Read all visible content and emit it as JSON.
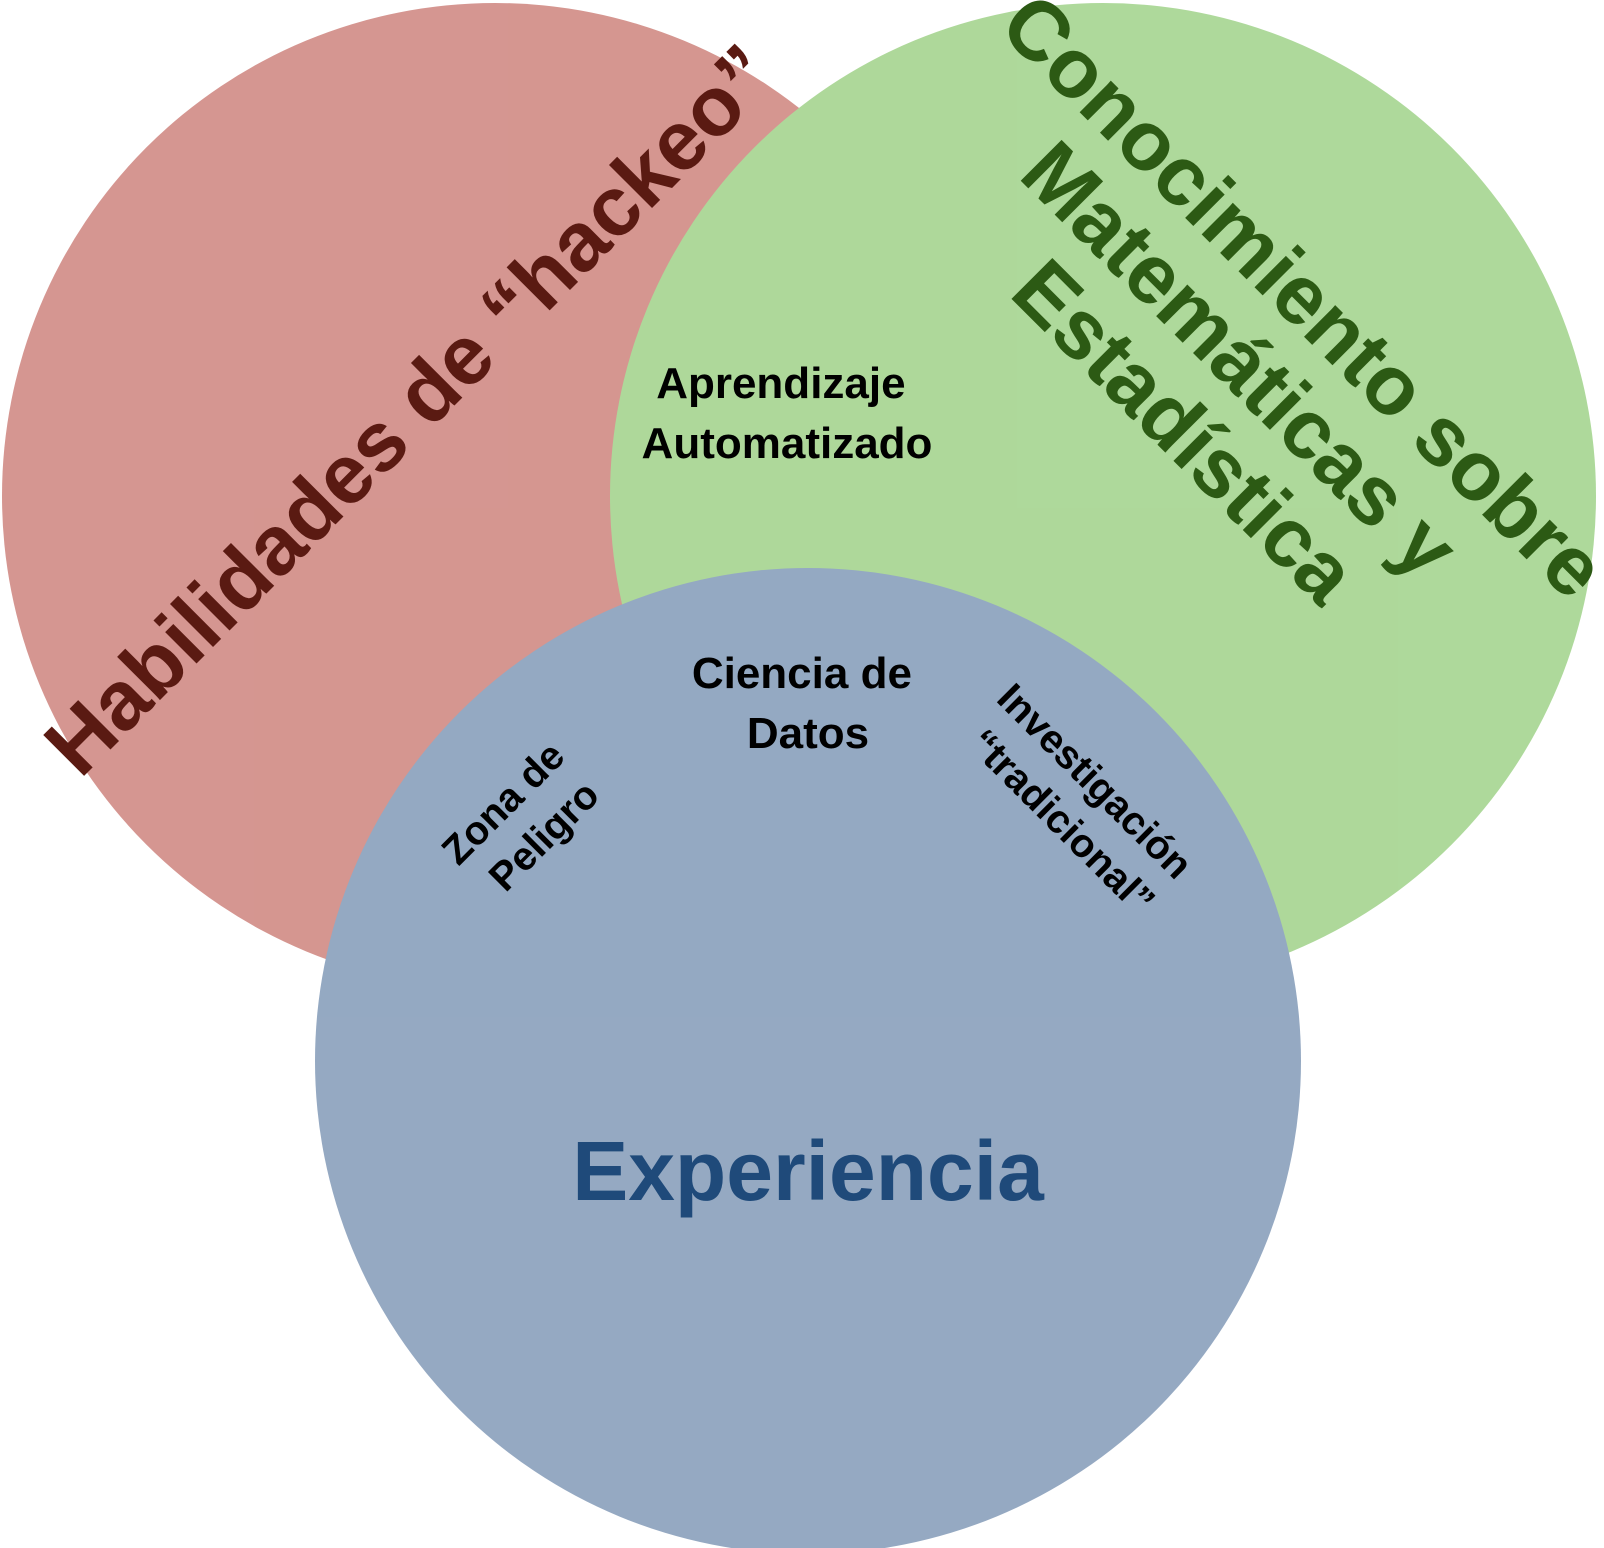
{
  "diagram": {
    "type": "venn",
    "sets": [
      {
        "id": "hacking",
        "label": "Habilidades de “hackeo”",
        "fill": "#c56e66",
        "text_color": "#5a1a12"
      },
      {
        "id": "math",
        "label_lines": [
          "Conocimiento sobre",
          "Matemáticas y",
          "Estadística"
        ],
        "fill": "#8fca74",
        "text_color": "#2c5a14"
      },
      {
        "id": "expertise",
        "label": "Experiencia",
        "fill": "#6c88ab",
        "text_color": "#1f4a7a"
      }
    ],
    "intersections": {
      "machine_learning": [
        "Aprendizaje",
        "Automatizado"
      ],
      "data_science": [
        "Ciencia de",
        "Datos"
      ],
      "danger_zone": [
        "Zona de",
        "Peligro"
      ],
      "traditional_research": [
        "Investigación",
        "“tradicional”"
      ]
    }
  }
}
